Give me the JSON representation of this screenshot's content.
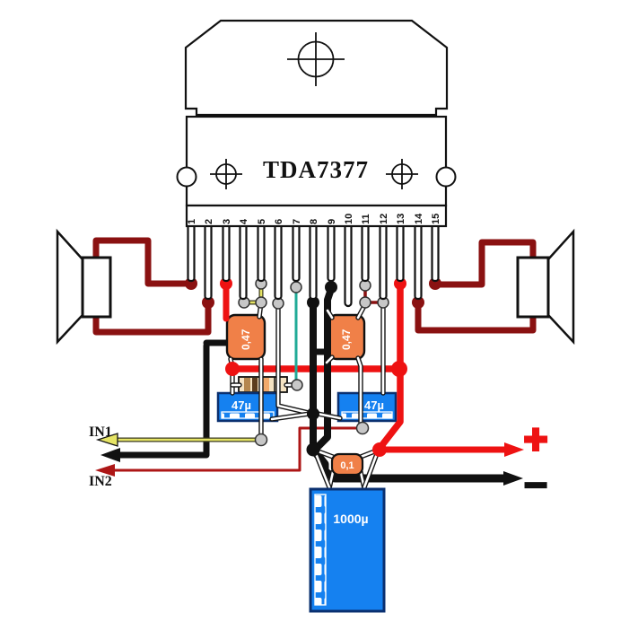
{
  "ic": {
    "name": "TDA7377",
    "pin_numbers": [
      "1",
      "2",
      "3",
      "4",
      "5",
      "6",
      "7",
      "8",
      "9",
      "10",
      "11",
      "12",
      "13",
      "14",
      "15"
    ]
  },
  "capacitors": {
    "input_left": "0,47",
    "input_right": "0,47",
    "electrolytic_left": "47µ",
    "electrolytic_right": "47µ",
    "supply_small": "0,1",
    "supply_large": "1000µ"
  },
  "inputs": {
    "in1_label": "IN1",
    "in2_label": "IN2"
  },
  "power": {
    "positive_label": "+",
    "negative_label": "−"
  },
  "colors": {
    "wire_red": "#ee1212",
    "wire_maroon": "#8a1111",
    "wire_black": "#111111",
    "wire_teal": "#20ab97",
    "wire_yellow": "#e6e465",
    "cap_orange": "#f08048",
    "cap_blue": "#1581f0",
    "cap_blue_border": "#0a3070"
  }
}
